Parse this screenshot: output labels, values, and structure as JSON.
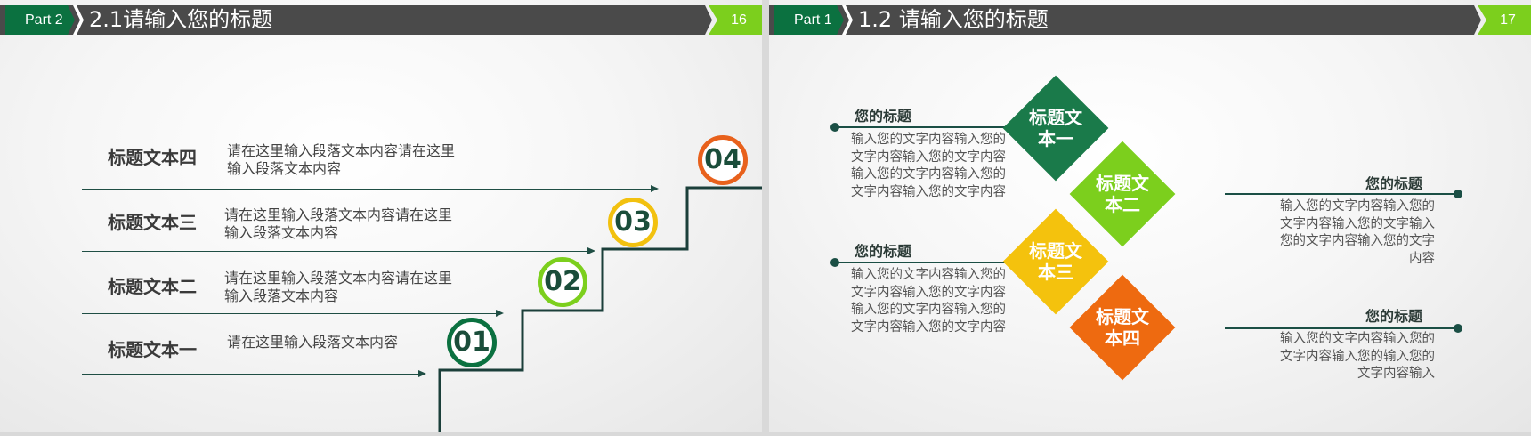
{
  "slide16": {
    "part_label": "Part 2",
    "title": "2.1请输入您的标题",
    "page_number": "16",
    "rows": [
      {
        "title": "标题文本四",
        "desc": "请在这里输入段落文本内容请在这里输入段落文本内容"
      },
      {
        "title": "标题文本三",
        "desc": "请在这里输入段落文本内容请在这里输入段落文本内容"
      },
      {
        "title": "标题文本二",
        "desc": "请在这里输入段落文本内容请在这里输入段落文本内容"
      },
      {
        "title": "标题文本一",
        "desc": "请在这里输入段落文本内容"
      }
    ],
    "steps": [
      {
        "label": "01",
        "color": "#0b7140"
      },
      {
        "label": "02",
        "color": "#7ccf1d"
      },
      {
        "label": "03",
        "color": "#f2c10f"
      },
      {
        "label": "04",
        "color": "#e8611c"
      }
    ]
  },
  "slide17": {
    "part_label": "Part 1",
    "title": "1.2 请输入您的标题",
    "page_number": "17",
    "diamonds": [
      {
        "label": "标题文本一",
        "color": "#1a7a4a"
      },
      {
        "label": "标题文本二",
        "color": "#7ccf1d"
      },
      {
        "label": "标题文本三",
        "color": "#f4c20d"
      },
      {
        "label": "标题文本四",
        "color": "#ee6a10"
      }
    ],
    "blocks": [
      {
        "title": "您的标题",
        "text": "输入您的文字内容输入您的文字内容输入您的文字内容输入您的文字内容输入您的文字内容输入您的文字内容"
      },
      {
        "title": "您的标题",
        "text": "输入您的文字内容输入您的文字内容输入您的文字输入您的文字内容输入您的文字内容"
      },
      {
        "title": "您的标题",
        "text": "输入您的文字内容输入您的文字内容输入您的文字内容输入您的文字内容输入您的文字内容输入您的文字内容"
      },
      {
        "title": "您的标题",
        "text": "输入您的文字内容输入您的文字内容输入您的输入您的文字内容输入"
      }
    ]
  }
}
